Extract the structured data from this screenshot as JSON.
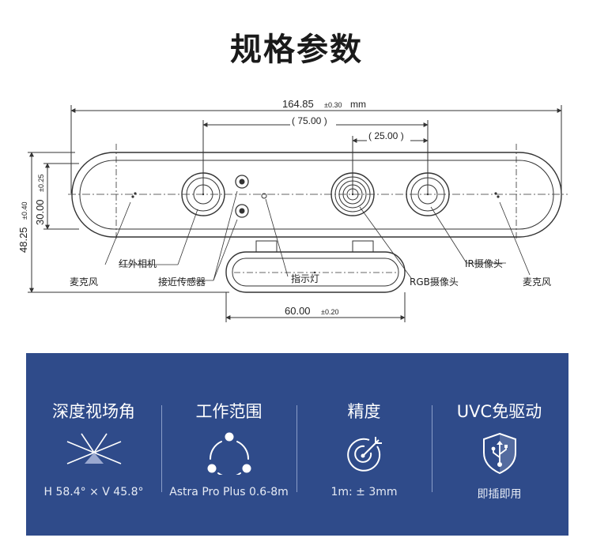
{
  "title": "规格参数",
  "dimensions": {
    "total_width": "164.85",
    "total_width_tol": "±0.30",
    "total_width_unit": "mm",
    "span_75": "( 75.00 )",
    "span_25": "( 25.00 )",
    "height_total": "48.25",
    "height_total_tol": "±0.40",
    "height_body": "30.00",
    "height_body_tol": "±0.25",
    "base_width": "60.00",
    "base_width_tol": "±0.20"
  },
  "callouts": {
    "ir_camera": "红外相机",
    "mic_left": "麦克风",
    "proximity_sensor": "接近传感器",
    "indicator_light": "指示灯",
    "rgb_camera": "RGB摄像头",
    "ir_projector": "IR摄像头",
    "mic_right": "麦克风"
  },
  "specs": [
    {
      "title": "深度视场角",
      "value": "H 58.4°  × V 45.8°",
      "icon": "fov-icon"
    },
    {
      "title": "工作范围",
      "value": "Astra Pro Plus 0.6-8m",
      "icon": "range-cycle-icon"
    },
    {
      "title": "精度",
      "value": "1m: ± 3mm",
      "icon": "target-icon"
    },
    {
      "title": "UVC免驱动",
      "value": "即插即用",
      "icon": "usb-shield-icon"
    }
  ],
  "colors": {
    "panel": "#2f4b8a",
    "line": "#333333"
  }
}
